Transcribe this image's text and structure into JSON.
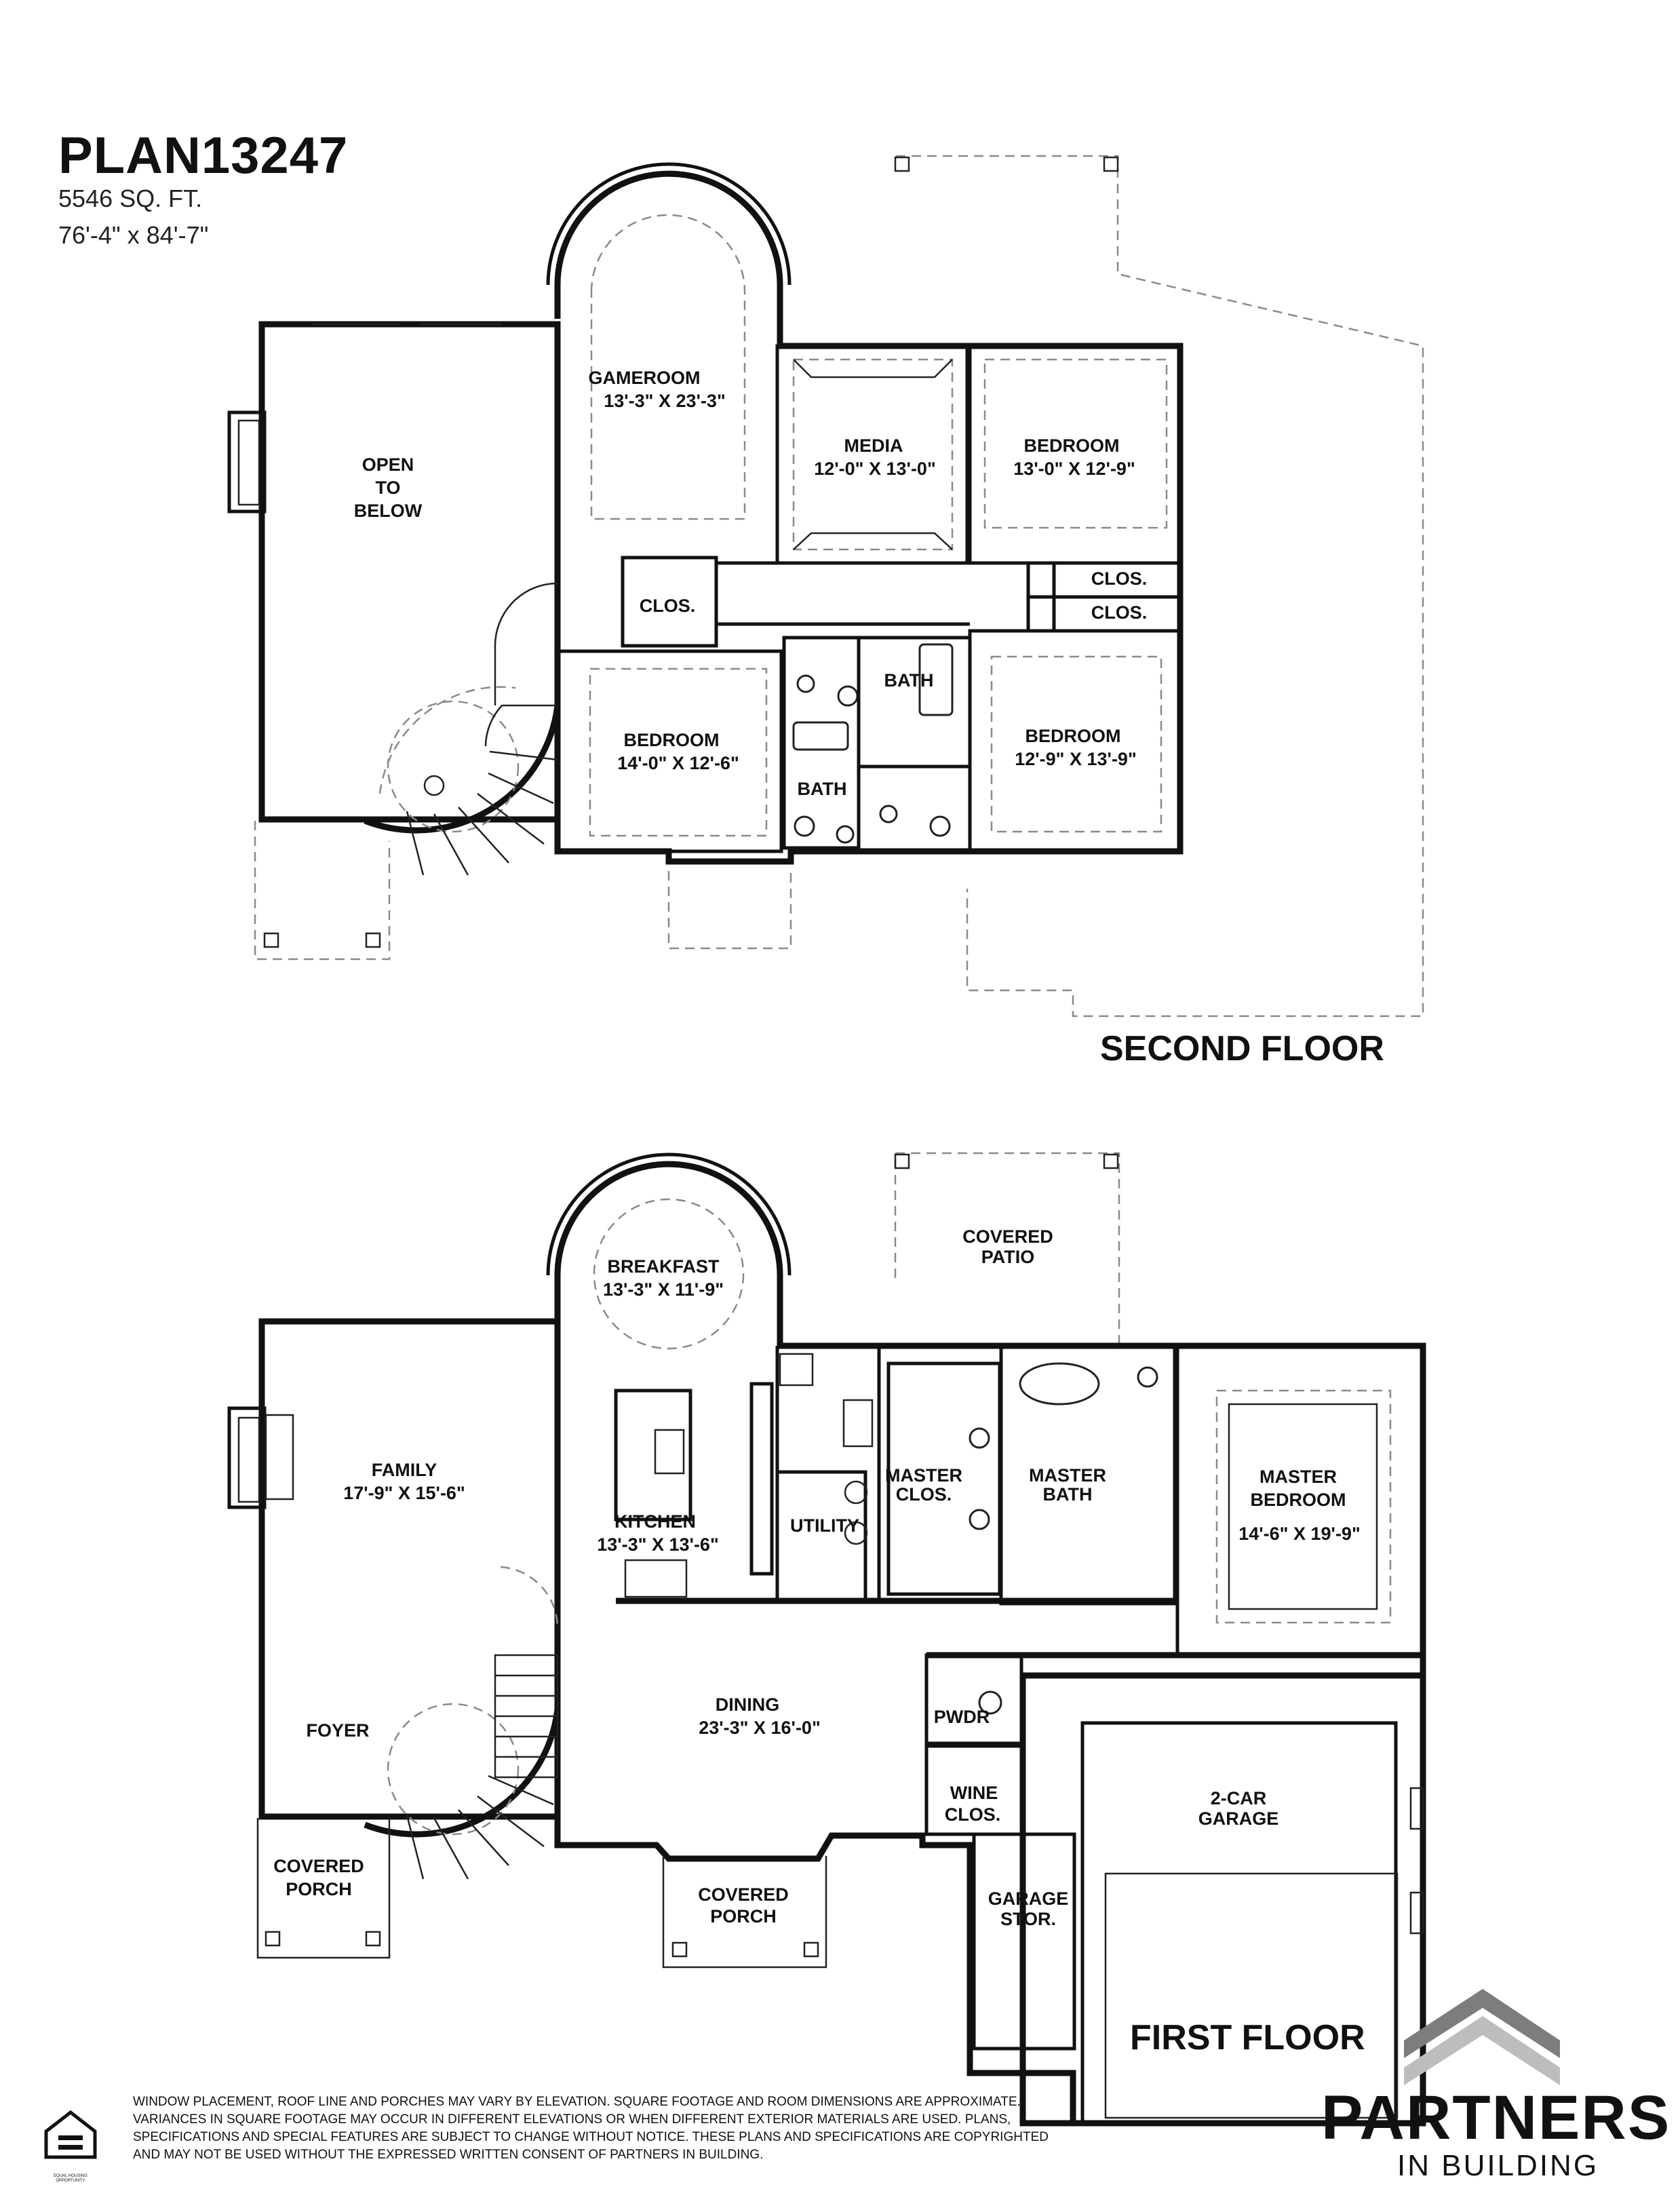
{
  "header": {
    "plan_name": "PLAN13247",
    "sq_ft": "5546 SQ. FT.",
    "dimensions": "76'-4\" x 84'-7\""
  },
  "floors": {
    "second": {
      "label": "SECOND FLOOR",
      "rooms": [
        {
          "name": "GAMEROOM",
          "size": "13'-3\" X 23'-3\""
        },
        {
          "name": "MEDIA",
          "size": "12'-0\" X 13'-0\""
        },
        {
          "name": "BEDROOM",
          "size": "13'-0\" X 12'-9\""
        },
        {
          "name": "OPEN",
          "line2": "TO",
          "line3": "BELOW"
        },
        {
          "name": "CLOS."
        },
        {
          "name": "CLOS."
        },
        {
          "name": "CLOS."
        },
        {
          "name": "BEDROOM",
          "size": "14'-0\" X 12'-6\""
        },
        {
          "name": "BATH"
        },
        {
          "name": "BATH"
        },
        {
          "name": "BEDROOM",
          "size": "12'-9\" X 13'-9\""
        }
      ]
    },
    "first": {
      "label": "FIRST FLOOR",
      "rooms": [
        {
          "name": "BREAKFAST",
          "size": "13'-3\" X 11'-9\""
        },
        {
          "name": "COVERED",
          "line2": "PATIO"
        },
        {
          "name": "FAMILY",
          "size": "17'-9\" X 15'-6\""
        },
        {
          "name": "KITCHEN",
          "size": "13'-3\" X 13'-6\""
        },
        {
          "name": "UTILITY"
        },
        {
          "name": "MASTER",
          "line2": "CLOS."
        },
        {
          "name": "MASTER",
          "line2": "BATH"
        },
        {
          "name": "MASTER",
          "line2": "BEDROOM",
          "size": "14'-6\" X 19'-9\""
        },
        {
          "name": "DINING",
          "size": "23'-3\" X 16'-0\""
        },
        {
          "name": "PWDR"
        },
        {
          "name": "WINE",
          "line2": "CLOS."
        },
        {
          "name": "2-CAR",
          "line2": "GARAGE"
        },
        {
          "name": "GARAGE",
          "line2": "STOR."
        },
        {
          "name": "FOYER"
        },
        {
          "name": "COVERED",
          "line2": "PORCH"
        },
        {
          "name": "COVERED",
          "line2": "PORCH"
        }
      ]
    }
  },
  "footer": {
    "disclaimer_lines": [
      "WINDOW PLACEMENT, ROOF LINE AND PORCHES MAY VARY BY ELEVATION.  SQUARE FOOTAGE AND ROOM DIMENSIONS ARE APPROXIMATE.",
      "VARIANCES IN SQUARE FOOTAGE MAY OCCUR IN DIFFERENT ELEVATIONS OR  WHEN DIFFERENT EXTERIOR MATERIALS ARE USED.  PLANS,",
      "SPECIFICATIONS AND SPECIAL FEATURES ARE SUBJECT TO CHANGE WITHOUT NOTICE.  THESE PLANS AND SPECIFICATIONS ARE COPYRIGHTED",
      "AND MAY NOT BE USED  WITHOUT THE EXPRESSED WRITTEN CONSENT OF PARTNERS IN BUILDING."
    ],
    "brand_name": "PARTNERS",
    "brand_tagline": "IN BUILDING",
    "equal_housing": "EQUAL HOUSING OPPORTUNITY"
  },
  "colors": {
    "wall": "#111111",
    "dashed": "#8a8a8a",
    "logo_gray_dark": "#7d7d7d",
    "logo_gray_light": "#bdbdbd"
  }
}
